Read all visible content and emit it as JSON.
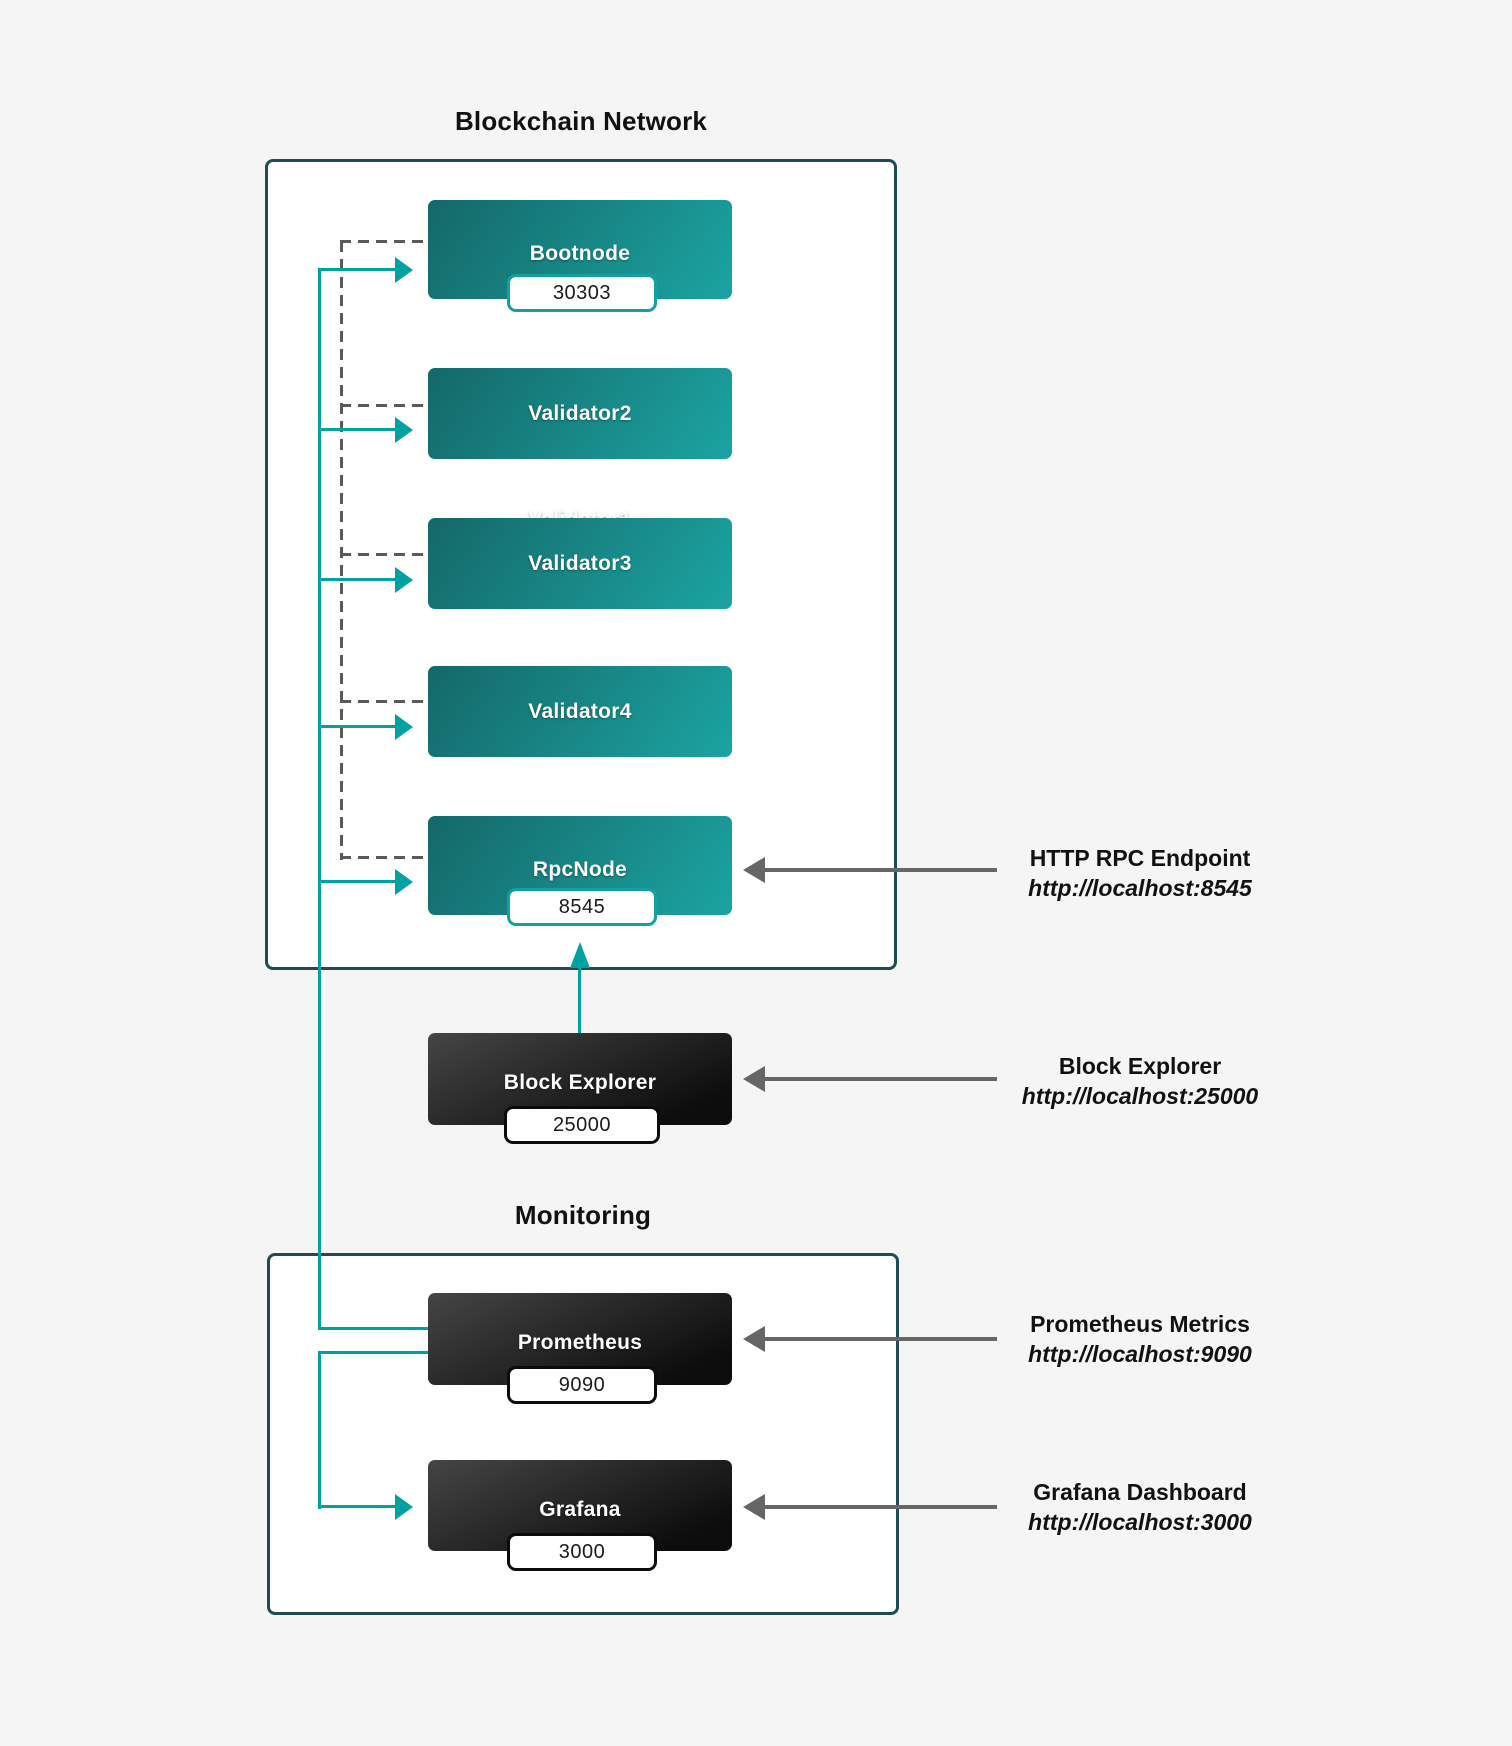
{
  "sections": {
    "blockchain": {
      "title": "Blockchain Network"
    },
    "monitoring": {
      "title": "Monitoring"
    }
  },
  "nodes": {
    "bootnode": {
      "label": "Bootnode",
      "port": "30303"
    },
    "validator2": {
      "label": "Validator2"
    },
    "validator1_hidden": {
      "label": "Validator1"
    },
    "validator3": {
      "label": "Validator3"
    },
    "validator4": {
      "label": "Validator4"
    },
    "rpcnode": {
      "label": "RpcNode",
      "port": "8545"
    },
    "block_explorer": {
      "label": "Block Explorer",
      "port": "25000"
    },
    "prometheus": {
      "label": "Prometheus",
      "port": "9090"
    },
    "grafana": {
      "label": "Grafana",
      "port": "3000"
    }
  },
  "annotations": {
    "rpc": {
      "title": "HTTP RPC Endpoint",
      "url": "http://localhost:8545"
    },
    "explorer": {
      "title": "Block Explorer",
      "url": "http://localhost:25000"
    },
    "prometheus": {
      "title": "Prometheus Metrics",
      "url": "http://localhost:9090"
    },
    "grafana": {
      "title": "Grafana Dashboard",
      "url": "http://localhost:3000"
    }
  },
  "colors": {
    "teal": "#00a1a1",
    "container_border": "#204b53",
    "node_grad_a": "#146868",
    "node_grad_b": "#1ba4a2",
    "dark_grad_a": "#454545",
    "dark_grad_b": "#0d0d0d",
    "dash_gray": "#5a5a5a",
    "arrow_gray": "#666666",
    "badge_border_teal": "#12a1a1",
    "badge_border_dark": "#0b0b0b",
    "background": "#f5f5f6",
    "text_dark": "#111111"
  }
}
